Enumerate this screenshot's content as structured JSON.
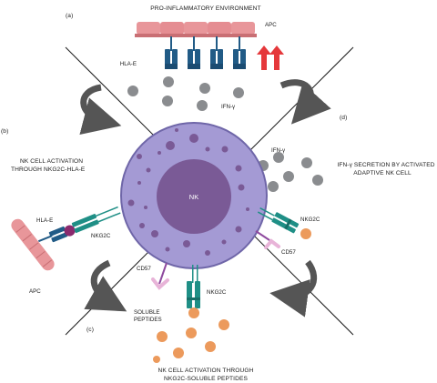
{
  "panels": {
    "a": {
      "letter": "(a)",
      "title": "PRO-INFLAMMATORY ENVIRONMENT"
    },
    "b": {
      "letter": "(b)",
      "title_line1": "NK CELL ACTIVATION",
      "title_line2": "THROUGH NKG2C-HLA-E"
    },
    "c": {
      "letter": "(c)",
      "title_line1": "NK CELL ACTIVATION THROUGH",
      "title_line2": "NKG2C-SOLUBLE PEPTIDES"
    },
    "d": {
      "letter": "(d)",
      "title_line1": "IFN-γ SECRETION BY ACTIVATED",
      "title_line2": "ADAPTIVE NK CELL"
    }
  },
  "labels": {
    "apc_top": "APC",
    "hla_e_top": "HLA-E",
    "ifn_top": "IFN-γ",
    "ifn_right": "IFN-γ",
    "nk": "NK",
    "hla_e_left": "HLA-E",
    "nkg2c_left": "NKG2C",
    "apc_left": "APC",
    "cd57_bottom": "CD57",
    "nkg2c_bottom": "NKG2C",
    "nkg2c_right": "NKG2C",
    "cd57_right": "CD57",
    "soluble_line1": "SOLUBLE",
    "soluble_line2": "PEPTIDES"
  },
  "colors": {
    "nk_cell": "#a49ad4",
    "nk_nucleus": "#7a5a96",
    "apc": "#e8969a",
    "receptor_teal": "#1f8f86",
    "receptor_blue": "#215b86",
    "peptide": "#ec9a5c",
    "ifn": "#8a8c8f",
    "arrow": "#555555",
    "up_arrow": "#e5383b"
  },
  "icons": [
    "up-arrow-icon",
    "curved-arrow-icon"
  ]
}
